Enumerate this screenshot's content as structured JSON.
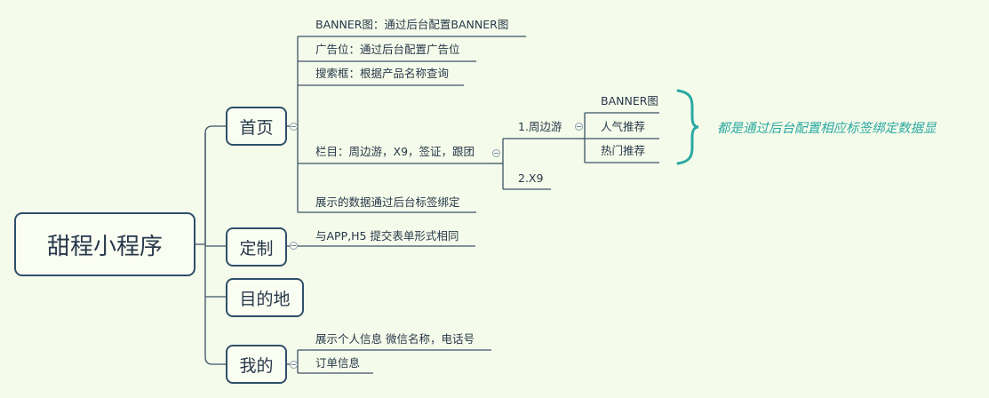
{
  "root": "甜程小程序",
  "branches": {
    "home": {
      "label": "首页",
      "items": [
        "BANNER图：通过后台配置BANNER图",
        "广告位：通过后台配置广告位",
        "搜索框：根据产品名称查询",
        "栏目：周边游，X9，签证，跟团",
        "展示的数据通过后台标签绑定"
      ],
      "column_children": [
        "1.周边游",
        "2.X9"
      ],
      "tour_children": [
        "BANNER图",
        "人气推荐",
        "热门推荐"
      ],
      "note": "都是通过后台配置相应标签绑定数据显"
    },
    "custom": {
      "label": "定制",
      "items": [
        "与APP,H5 提交表单形式相同"
      ]
    },
    "destination": {
      "label": "目的地"
    },
    "mine": {
      "label": "我的",
      "items": [
        "展示个人信息 微信名称，电话号",
        "订单信息"
      ]
    }
  },
  "colors": {
    "background": "#f5fbea",
    "node_border": "#2f4f6b",
    "connector": "#3b5266",
    "brace": "#2aa8a3",
    "note": "#2aa8a3"
  }
}
